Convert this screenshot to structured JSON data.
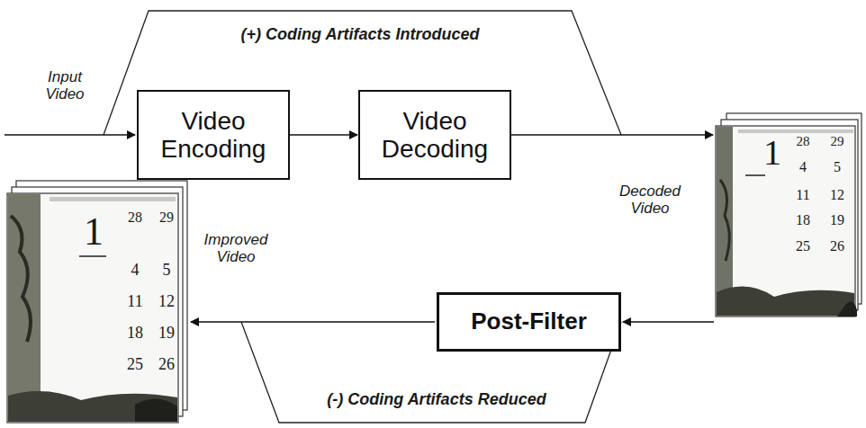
{
  "diagram": {
    "nodes": [
      {
        "text": [
          "Video Encoding"
        ]
      },
      {
        "text": [
          "Video Decoding"
        ]
      },
      {
        "text": [
          "Post-Filter"
        ]
      }
    ],
    "edges": [
      {
        "from": 0,
        "to": 1,
        "arrow": "to"
      }
    ],
    "labels": [
      "(+) Coding Artifacts Introduced",
      "Input Video",
      "Decoded Video",
      "1",
      "28",
      "29",
      "4",
      "5",
      "11",
      "12",
      "18",
      "19",
      "25",
      "26",
      "Improved Video",
      "1",
      "28",
      "29",
      "4",
      "5",
      "11",
      "12",
      "18",
      "19",
      "25",
      "26",
      "(-) Coding Artifacts Reduced"
    ]
  }
}
